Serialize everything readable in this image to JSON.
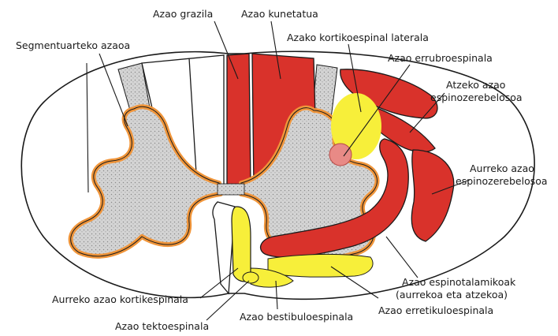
{
  "labels": {
    "azao_grazila": "Azao grazila",
    "azao_kunetatua": "Azao kunetatua",
    "segmentuarteko": "Segmentuarteko azaoa",
    "kortikoespinal_laterala": "Azako kortikoespinal laterala",
    "errubroespinala": "Azao errubroespinala",
    "atzeko_line1": "Atzeko azao",
    "atzeko_line2": "espinozerebelosoa",
    "aurreko_line1": "Aurreko azao",
    "aurreko_line2": "espinozerebelosoa",
    "espinotalamikoak_line1": "Azao espinotalamikoak",
    "espinotalamikoak_line2": "(aurrekoa eta atzekoa)",
    "erretikuloespinala": "Azao erretikuloespinala",
    "bestibuloespinala": "Azao bestibuloespinala",
    "tektoespinala": "Azao tektoespinala",
    "aurreko_kortikespinala": "Aurreko azao kortikespinala"
  },
  "colors": {
    "motor_tract": "#d9322b",
    "extrapyramidal_tract": "#f7ef3a",
    "rubrospinal_spot": "#e88a86",
    "intersegmental": "#f0953a",
    "gray_matter": "#d2d2d2",
    "outline": "#1a1a1a"
  }
}
